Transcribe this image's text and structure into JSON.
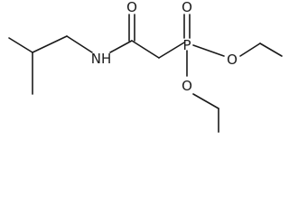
{
  "molecule": {
    "atoms": {
      "amide_oxygen": "O",
      "amide_nitrogen": "NH",
      "phosphorus": "P",
      "phosphoryl_oxygen": "O",
      "ester_oxygen_right": "O",
      "ester_oxygen_lower": "O"
    }
  }
}
